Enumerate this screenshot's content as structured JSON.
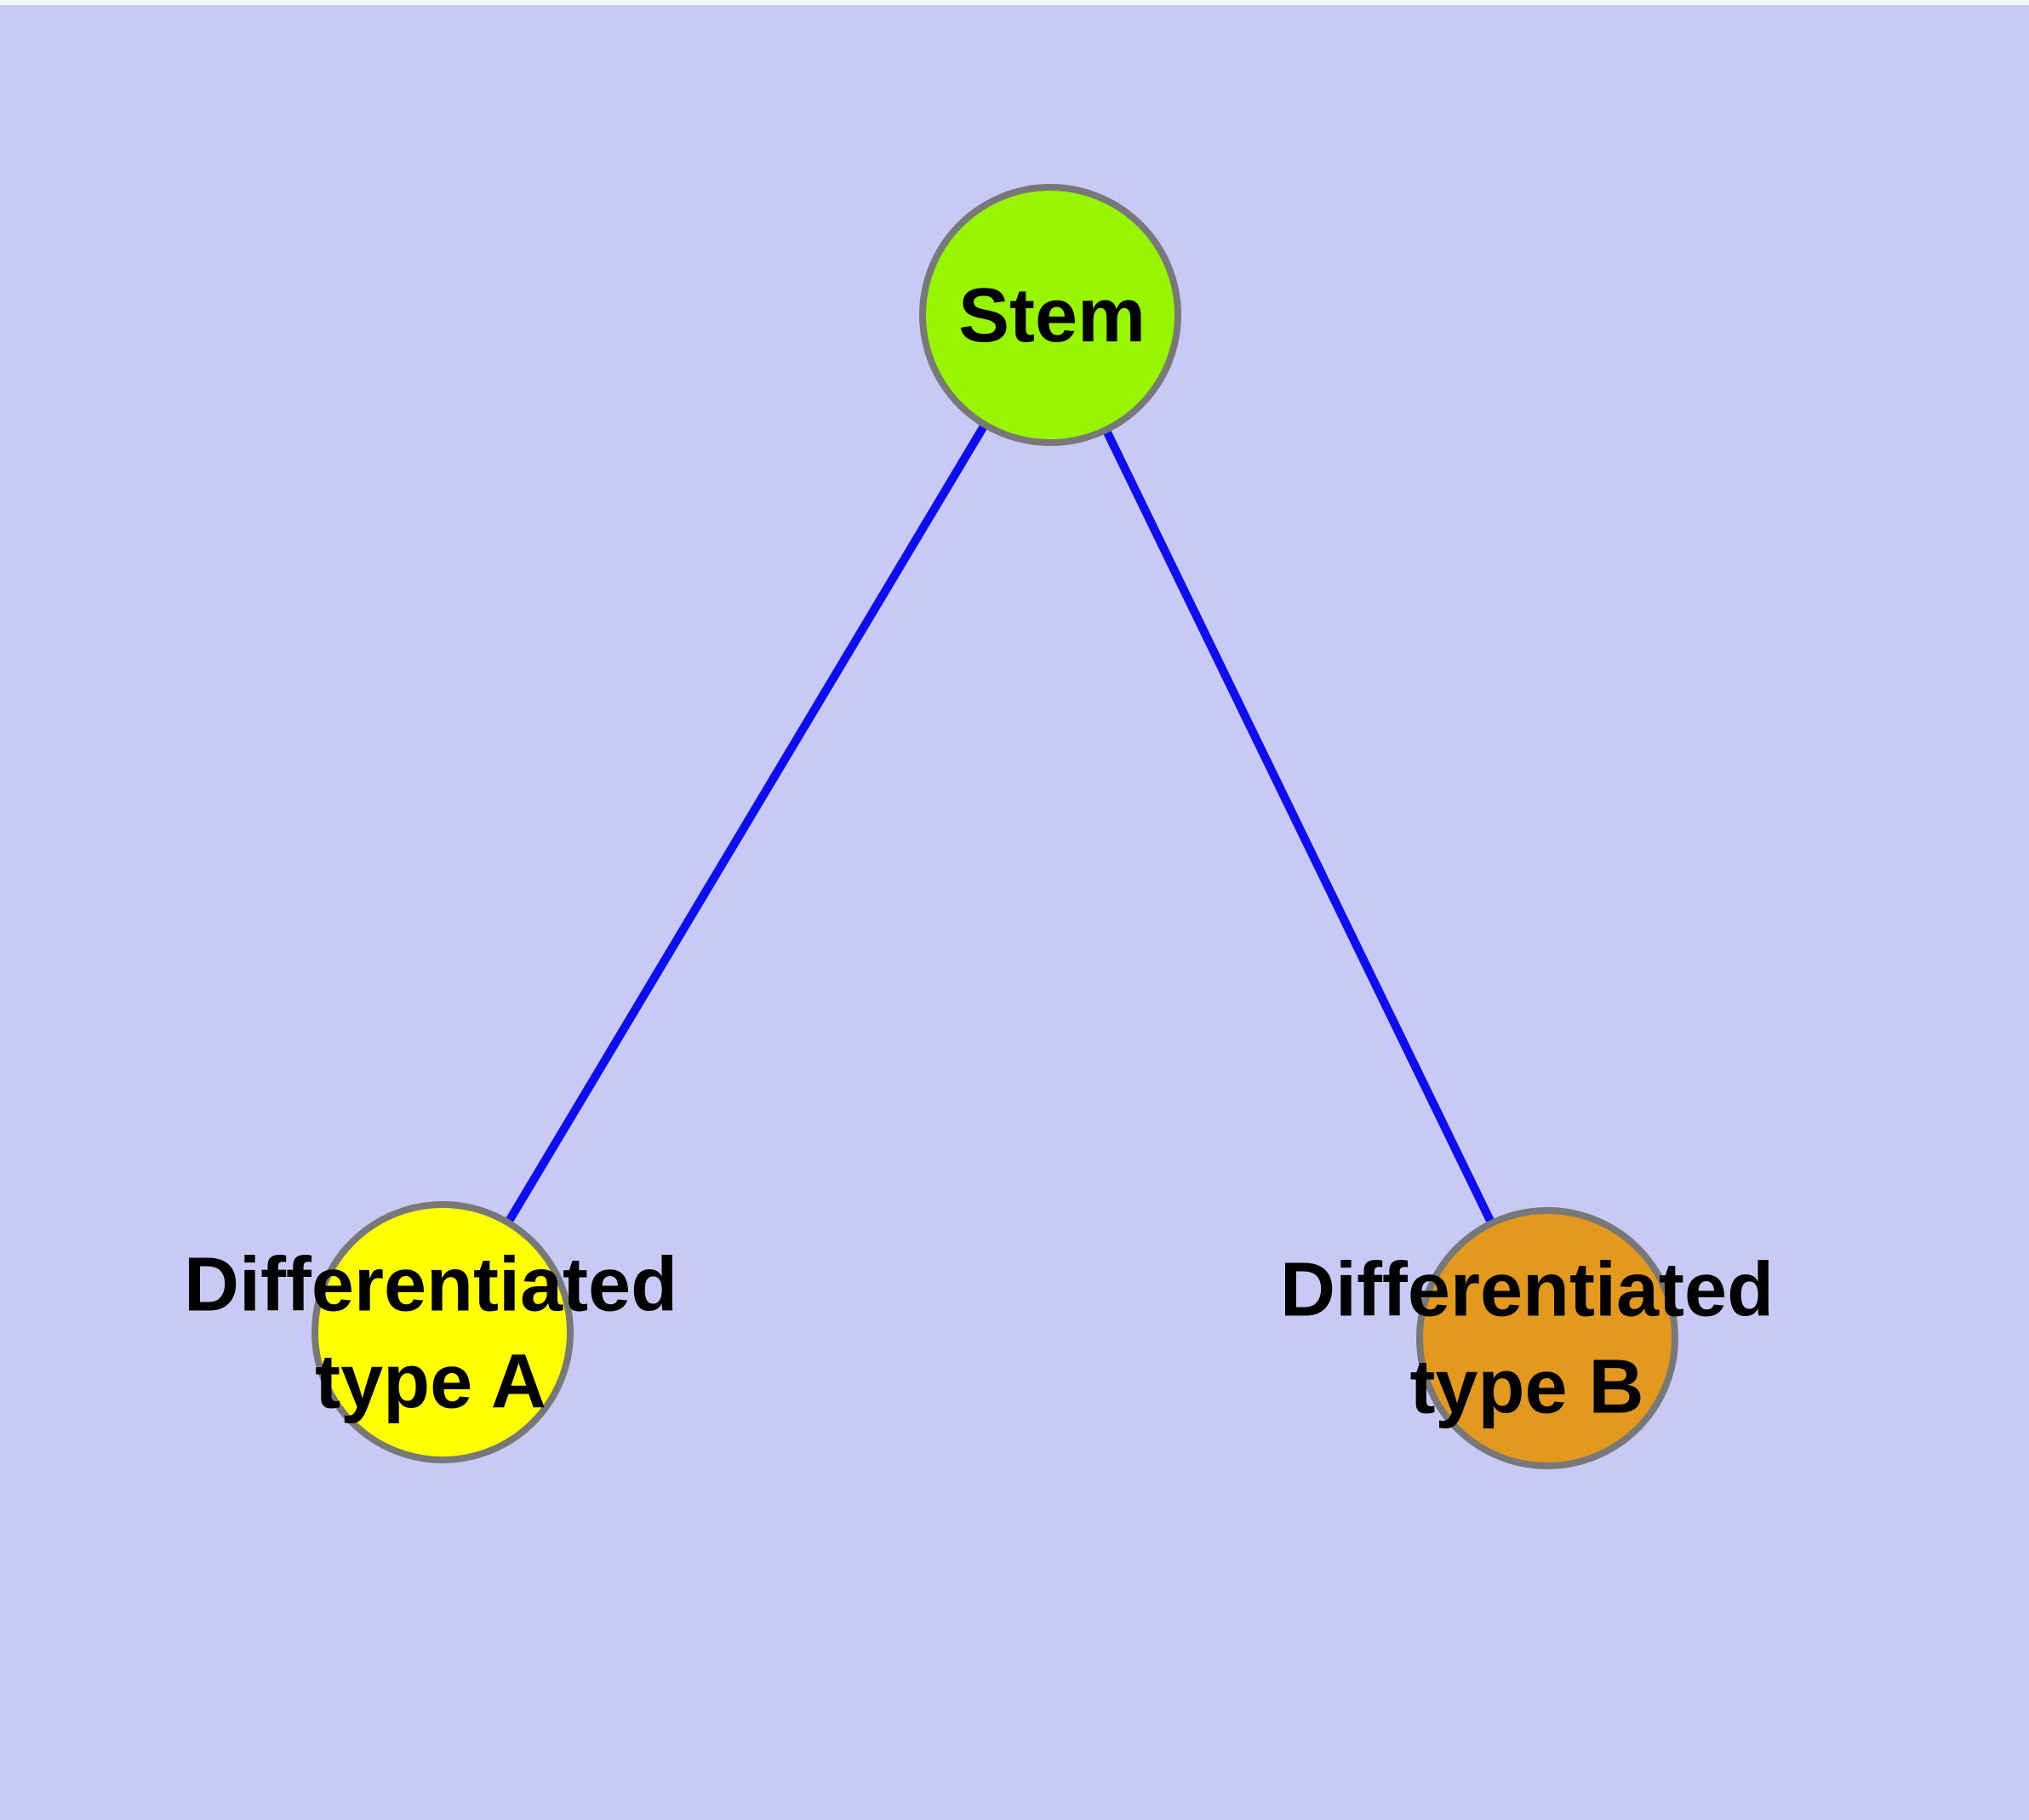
{
  "canvas": {
    "background_color": "#C9C9F6",
    "top_strip_color": "#F5F5FC",
    "label_text_color": "#000000"
  },
  "graph": {
    "nodes": [
      {
        "id": "stem",
        "label": "Stem",
        "fill_color": "#98F500",
        "border_color": "#787878"
      },
      {
        "id": "differentiated-type-a",
        "label_line1": "Differentiated",
        "label_line2": "type A",
        "fill_color": "#FFFF00",
        "border_color": "#787878"
      },
      {
        "id": "differentiated-type-b",
        "label_line1": "Differentiated",
        "label_line2": "type B",
        "fill_color": "#E2991E",
        "border_color": "#787878"
      }
    ],
    "edges": [
      {
        "from": "Stem",
        "to": "Differentiated type A",
        "color": "#0D0DF0"
      },
      {
        "from": "Stem",
        "to": "Differentiated type B",
        "color": "#0D0DF0"
      }
    ]
  }
}
